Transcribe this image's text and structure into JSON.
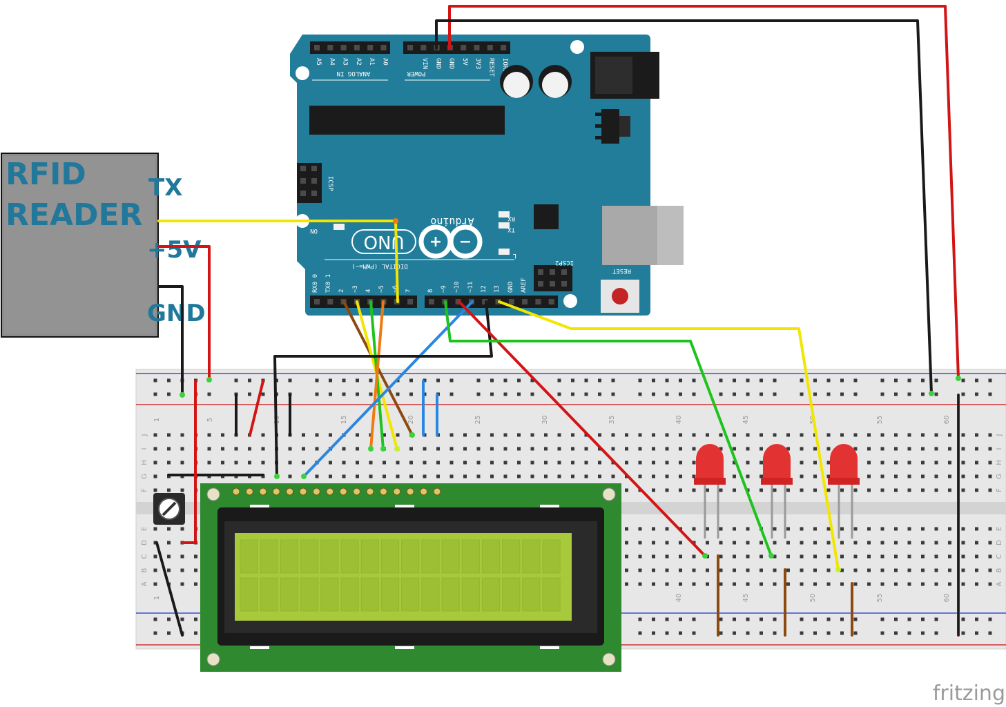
{
  "rfid": {
    "title_line1": "RFID",
    "title_line2": "READER",
    "pin_tx": "TX",
    "pin_5v": "+5V",
    "pin_gnd": "GND"
  },
  "arduino": {
    "brand": "Arduino",
    "model": "UNO",
    "analog_header": "ANALOG IN",
    "power_header": "POWER",
    "analog_pins": [
      "A5",
      "A4",
      "A3",
      "A2",
      "A1",
      "A0"
    ],
    "power_pins": [
      "VIN",
      "GND",
      "GND",
      "5V",
      "3V3",
      "RESET",
      "IOREF"
    ],
    "digital_header": "DIGITAL (PWM=~)",
    "digital_pins": [
      "RX0 0",
      "TX0 1",
      "2",
      "~3",
      "4",
      "~5",
      "~6",
      "7",
      "8",
      "~9",
      "~10",
      "~11",
      "12",
      "13",
      "GND",
      "AREF"
    ],
    "icsp": "ICSP",
    "icsp2": "ICSP2",
    "led_rx": "RX",
    "led_tx": "TX",
    "led_l": "L",
    "led_on": "ON",
    "reset": "RESET"
  },
  "breadboard": {
    "column_numbers": [
      "1",
      "5",
      "10",
      "15",
      "20",
      "25",
      "30",
      "35",
      "40",
      "45",
      "50",
      "55",
      "60"
    ],
    "row_letters_top": [
      "J",
      "I",
      "H",
      "G",
      "F"
    ],
    "row_letters_bottom": [
      "E",
      "D",
      "C",
      "B",
      "A"
    ]
  },
  "watermark": "fritzing",
  "colors": {
    "wire_red": "#d21414",
    "wire_black": "#1a1a1a",
    "wire_yellow": "#f2e600",
    "wire_green": "#1ec31e",
    "wire_orange": "#f07a12",
    "wire_brown": "#8c4a10",
    "wire_blue": "#2a86e0",
    "arduino_board": "#217d9a",
    "lcd_board": "#2f8a2f",
    "lcd_screen": "#a7c93b",
    "rfid_body": "#8a8a8a",
    "rfid_label": "#22789a",
    "led": "#e23232"
  }
}
